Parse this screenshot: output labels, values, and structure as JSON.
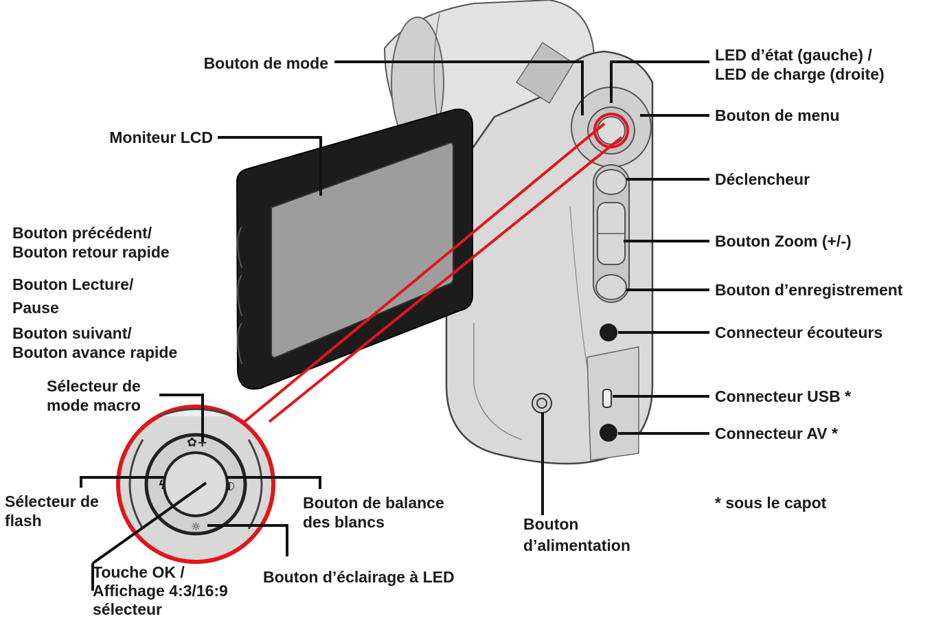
{
  "colors": {
    "pointer": "#e3151a",
    "leader": "#111111",
    "body": "#d6d6d6",
    "lcd": "#9a9a9a"
  },
  "labels": {
    "mode_button": "Bouton de mode",
    "status_led_line1": "LED d’état (gauche) /",
    "status_led_line2": "LED de charge (droite)",
    "menu_button": "Bouton de menu",
    "lcd_monitor": "Moniteur LCD",
    "shutter": "Déclencheur",
    "prev_line1": "Bouton précédent/",
    "prev_line2": "Bouton retour rapide",
    "zoom_button": "Bouton Zoom (+/-)",
    "play_line1": "Bouton Lecture/",
    "play_line2": "Pause",
    "record_button": "Bouton d’enregistrement",
    "next_line1": "Bouton suivant/",
    "next_line2": "Bouton avance rapide",
    "headphone_jack": "Connecteur écouteurs",
    "macro_line1": "Sélecteur de",
    "macro_line2": "mode macro",
    "usb_connector": "Connecteur USB *",
    "av_connector": "Connecteur AV *",
    "flash_line1": "Sélecteur de",
    "flash_line2": "flash",
    "wb_line1": "Bouton de balance",
    "wb_line2": "des blancs",
    "under_cover": "* sous le capot",
    "power_line1": "Bouton",
    "power_line2": "d’alimentation",
    "ok_line1": "Touche OK /",
    "ok_line2": "Affichage 4:3/16:9",
    "ok_line3": "sélecteur",
    "led_light": "Bouton d’éclairage à LED"
  }
}
